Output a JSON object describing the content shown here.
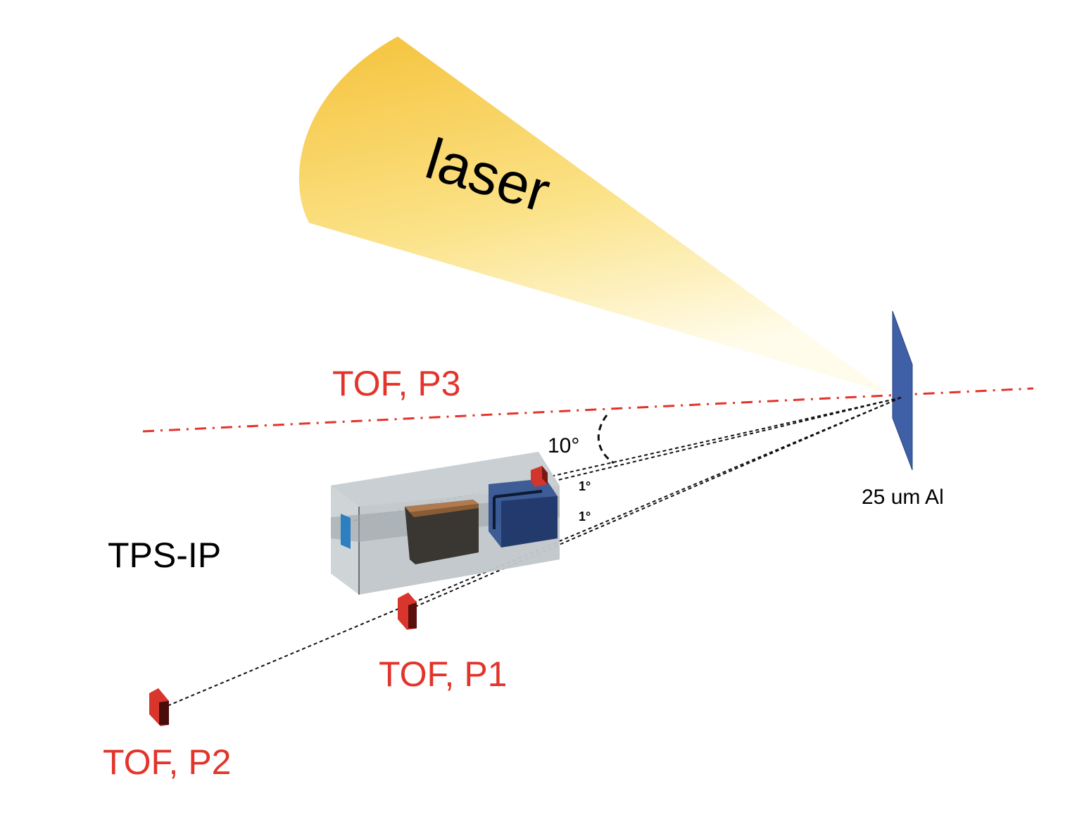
{
  "labels": {
    "laser": "laser",
    "tof_p3": "TOF, P3",
    "tof_p1": "TOF, P1",
    "tof_p2": "TOF, P2",
    "tps_ip": "TPS-IP",
    "target": "25 um Al",
    "angle_10": "10°",
    "angle_1a": "1°",
    "angle_1b": "1°"
  },
  "colors": {
    "laser_top": "#f6c844",
    "laser_bottom": "#fffbe0",
    "tof_red": "#e3342b",
    "target_blue": "#3f5fa6",
    "box_gray": "#c4c9cc",
    "magnet_dark": "#3a3631",
    "magnet_copper": "#b07a4e"
  }
}
